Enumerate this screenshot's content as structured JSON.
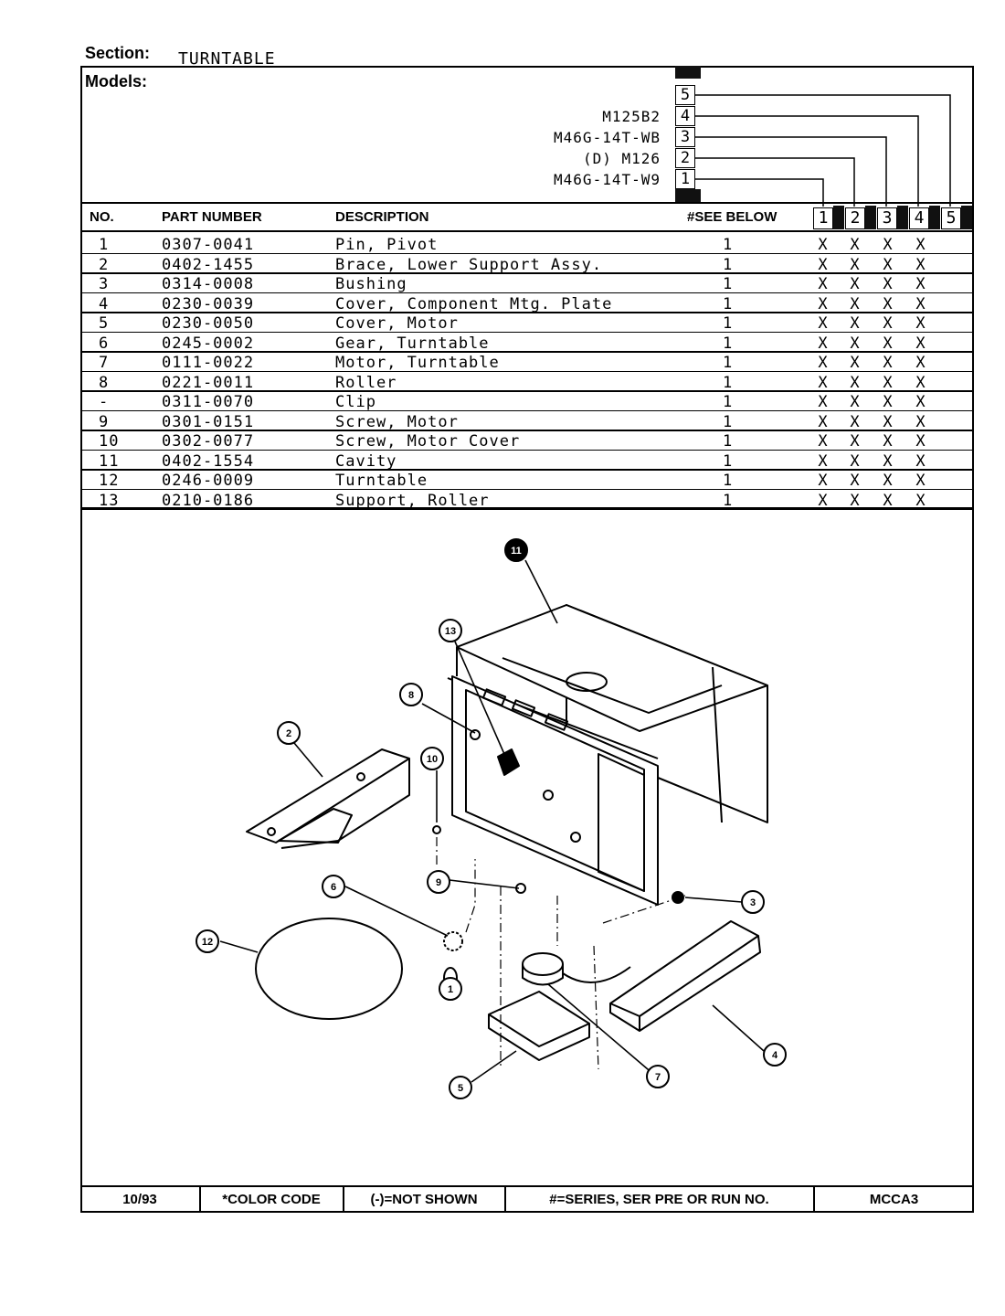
{
  "section": {
    "label": "Section:",
    "value": "TURNTABLE"
  },
  "models": {
    "label": "Models:",
    "list": [
      {
        "num": "5",
        "name": ""
      },
      {
        "num": "4",
        "name": "M125B2"
      },
      {
        "num": "3",
        "name": "M46G-14T-WB"
      },
      {
        "num": "2",
        "name": "(D) M126"
      },
      {
        "num": "1",
        "name": "M46G-14T-W9"
      }
    ]
  },
  "table": {
    "headers": {
      "no": "NO.",
      "part_number": "PART NUMBER",
      "description": "DESCRIPTION",
      "see_below": "#SEE BELOW"
    },
    "model_columns": [
      "1",
      "2",
      "3",
      "4",
      "5"
    ],
    "rows": [
      {
        "no": "1",
        "part": "0307-0041",
        "desc": "Pin, Pivot",
        "qty": "1",
        "marks": [
          "X",
          "X",
          "X",
          "X",
          ""
        ]
      },
      {
        "no": "2",
        "part": "0402-1455",
        "desc": "Brace, Lower Support Assy.",
        "qty": "1",
        "marks": [
          "X",
          "X",
          "X",
          "X",
          ""
        ]
      },
      {
        "no": "3",
        "part": "0314-0008",
        "desc": "Bushing",
        "qty": "1",
        "marks": [
          "X",
          "X",
          "X",
          "X",
          ""
        ]
      },
      {
        "no": "4",
        "part": "0230-0039",
        "desc": "Cover, Component Mtg. Plate",
        "qty": "1",
        "marks": [
          "X",
          "X",
          "X",
          "X",
          ""
        ]
      },
      {
        "no": "5",
        "part": "0230-0050",
        "desc": "Cover, Motor",
        "qty": "1",
        "marks": [
          "X",
          "X",
          "X",
          "X",
          ""
        ]
      },
      {
        "no": "6",
        "part": "0245-0002",
        "desc": "Gear, Turntable",
        "qty": "1",
        "marks": [
          "X",
          "X",
          "X",
          "X",
          ""
        ]
      },
      {
        "no": "7",
        "part": "0111-0022",
        "desc": "Motor, Turntable",
        "qty": "1",
        "marks": [
          "X",
          "X",
          "X",
          "X",
          ""
        ]
      },
      {
        "no": "8",
        "part": "0221-0011",
        "desc": "Roller",
        "qty": "1",
        "marks": [
          "X",
          "X",
          "X",
          "X",
          ""
        ]
      },
      {
        "no": "-",
        "part": "0311-0070",
        "desc": "Clip",
        "qty": "1",
        "marks": [
          "X",
          "X",
          "X",
          "X",
          ""
        ]
      },
      {
        "no": "9",
        "part": "0301-0151",
        "desc": "Screw, Motor",
        "qty": "1",
        "marks": [
          "X",
          "X",
          "X",
          "X",
          ""
        ]
      },
      {
        "no": "10",
        "part": "0302-0077",
        "desc": "Screw, Motor Cover",
        "qty": "1",
        "marks": [
          "X",
          "X",
          "X",
          "X",
          ""
        ]
      },
      {
        "no": "11",
        "part": "0402-1554",
        "desc": "Cavity",
        "qty": "1",
        "marks": [
          "X",
          "X",
          "X",
          "X",
          ""
        ]
      },
      {
        "no": "12",
        "part": "0246-0009",
        "desc": "Turntable",
        "qty": "1",
        "marks": [
          "X",
          "X",
          "X",
          "X",
          ""
        ]
      },
      {
        "no": "13",
        "part": "0210-0186",
        "desc": "Support, Roller",
        "qty": "1",
        "marks": [
          "X",
          "X",
          "X",
          "X",
          ""
        ]
      }
    ]
  },
  "diagram": {
    "callouts": [
      "11",
      "13",
      "8",
      "2",
      "10",
      "9",
      "6",
      "12",
      "1",
      "3",
      "4",
      "5",
      "7"
    ]
  },
  "footer": {
    "date": "10/93",
    "color_code": "*COLOR CODE",
    "not_shown": "(-)=NOT SHOWN",
    "series": "#=SERIES, SER PRE OR RUN NO.",
    "code": "MCCA3"
  }
}
